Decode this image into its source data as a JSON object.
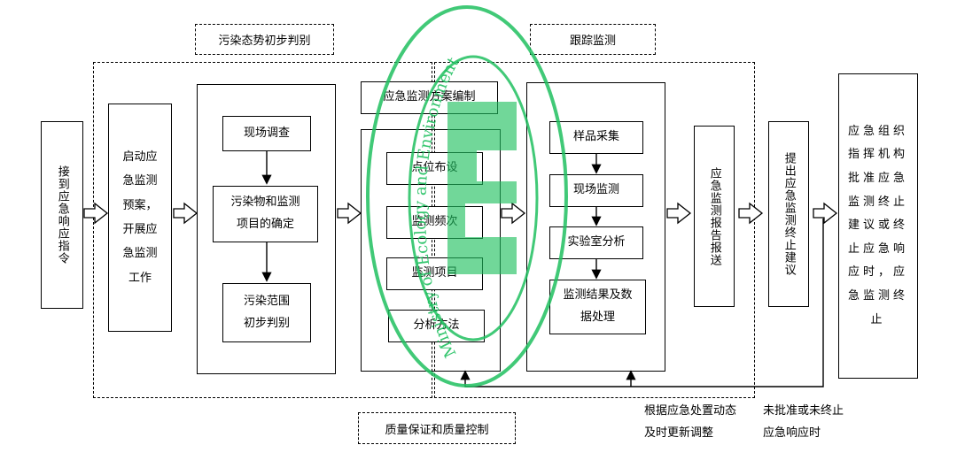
{
  "labels": {
    "pollution_judgement": "污染态势初步判别",
    "tracking_monitoring": "跟踪监测",
    "quality_control": "质量保证和质量控制"
  },
  "boxes": {
    "receive": "接到应急响应指令",
    "start_plan": "启动应急监测预案，开展应急监测工作",
    "site_survey": "现场调查",
    "pollutant_determination": "污染物和监测项目的确定",
    "pollution_range": "污染范围初步判别",
    "plan_compile": "应急监测方案编制",
    "point_layout": "点位布设",
    "frequency": "监测频次",
    "items": "监测项目",
    "method": "分析方法",
    "sampling": "样品采集",
    "field_monitoring": "现场监测",
    "lab_analysis": "实验室分析",
    "result_processing": "监测结果及数据处理",
    "report_submit": "应急监测报告报送",
    "terminate_suggest": "提出应急监测终止建议",
    "final": "应急组织指挥机构批准应急监测终止建议或终止应急响应时，应急监测终止"
  },
  "notes": {
    "update": "根据应急处置动态及时更新调整",
    "not_approved": "未批准或未终止应急响应时"
  },
  "watermark": {
    "arc_text": "Ministry of Ecology and Environment",
    "color": "#20c060"
  },
  "colors": {
    "line": "#000000",
    "watermark": "#20c060"
  }
}
